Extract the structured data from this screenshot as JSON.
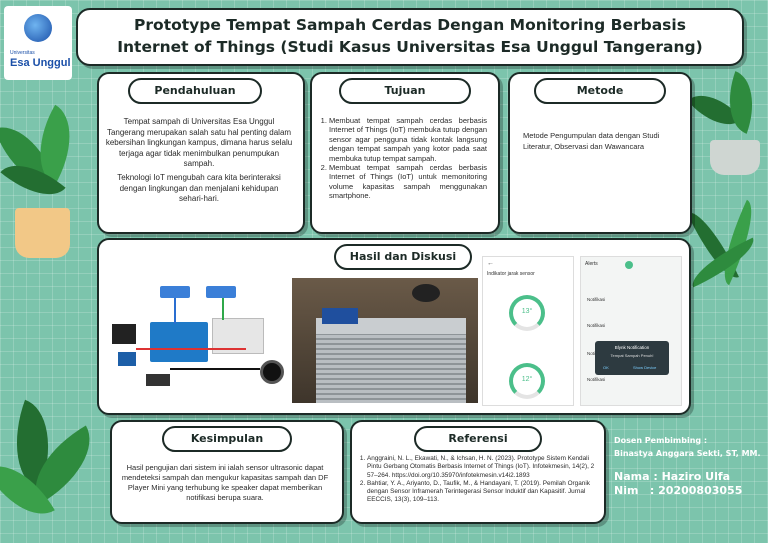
{
  "header": {
    "title_line1": "Prototype Tempat Sampah Cerdas Dengan Monitoring Berbasis",
    "title_line2": "Internet of Things (Studi Kasus Universitas Esa Unggul Tangerang)"
  },
  "logo": {
    "small_text": "Universitas",
    "name": "Esa Unggul"
  },
  "sections": {
    "pendahuluan": {
      "title": "Pendahuluan",
      "p1": "Tempat sampah di Universitas Esa Unggul Tangerang merupakan salah satu hal penting dalam kebersihan lingkungan kampus, dimana harus selalu terjaga agar tidak menimbulkan penumpukan sampah.",
      "p2": "Teknologi IoT mengubah cara kita berinteraksi dengan lingkungan dan menjalani kehidupan sehari-hari."
    },
    "tujuan": {
      "title": "Tujuan",
      "items": [
        "Membuat tempat sampah cerdas berbasis Internet of Things (IoT) membuka tutup dengan sensor agar pengguna tidak kontak langsung dengan tempat sampah yang kotor pada saat membuka tutup tempat sampah.",
        "Membuat tempat sampah cerdas berbasis Internet of Things (IoT) untuk memonitoring volume kapasitas sampah menggunakan smartphone."
      ]
    },
    "metode": {
      "title": "Metode",
      "text": "Metode Pengumpulan data dengan Studi Literatur, Observasi dan Wawancara"
    },
    "hasil": {
      "title": "Hasil dan Diskusi",
      "app1": {
        "header": "Indikator jarak sensor",
        "gauge1": "13°",
        "gauge2": "12°"
      },
      "app2": {
        "header": "Alerts",
        "items": [
          "Notifikasi",
          "Notifikasi",
          "Notifikasi",
          "Notifikasi"
        ],
        "popup_title": "Blynk Notification",
        "popup_text": "Tempat Sampah Penuh!",
        "popup_ok": "OK",
        "popup_action": "Show Device"
      }
    },
    "kesimpulan": {
      "title": "Kesimpulan",
      "text": "Hasil pengujian dari sistem ini ialah sensor ultrasonic dapat mendeteksi sampah dan mengukur kapasitas sampah dan DF Player Mini yang terhubung ke speaker dapat memberikan notifikasi berupa suara."
    },
    "referensi": {
      "title": "Referensi",
      "items": [
        "Anggraini, N. L., Ekawati, N., & Ichsan, H. N. (2023). Prototype Sistem Kendali Pintu Gerbang Otomatis Berbasis Internet of Things (IoT). Infotekmesin, 14(2), 257–264. https://doi.org/10.35970/infotekmesin.v14i2.1893",
        "Bahtiar, Y. A., Ariyanto, D., Taufik, M., & Handayani, T. (2019). Pemilah Organik dengan Sensor Inframerah Terintegerasi Sensor Induktif dan Kapasitif. Jurnal EECCIS, 13(3), 109–113."
      ]
    }
  },
  "footer": {
    "pembimbing_label": "Dosen Pembimbing :",
    "pembimbing_name": "Binastya Anggara Sekti, ST, MM.",
    "nama": "Nama : Haziro Ulfa",
    "nim": "Nim   : 20200803055"
  },
  "colors": {
    "background": "#7cc4ac",
    "card": "#ffffff",
    "border": "#1c2a26",
    "accent": "#4bbf8a"
  }
}
